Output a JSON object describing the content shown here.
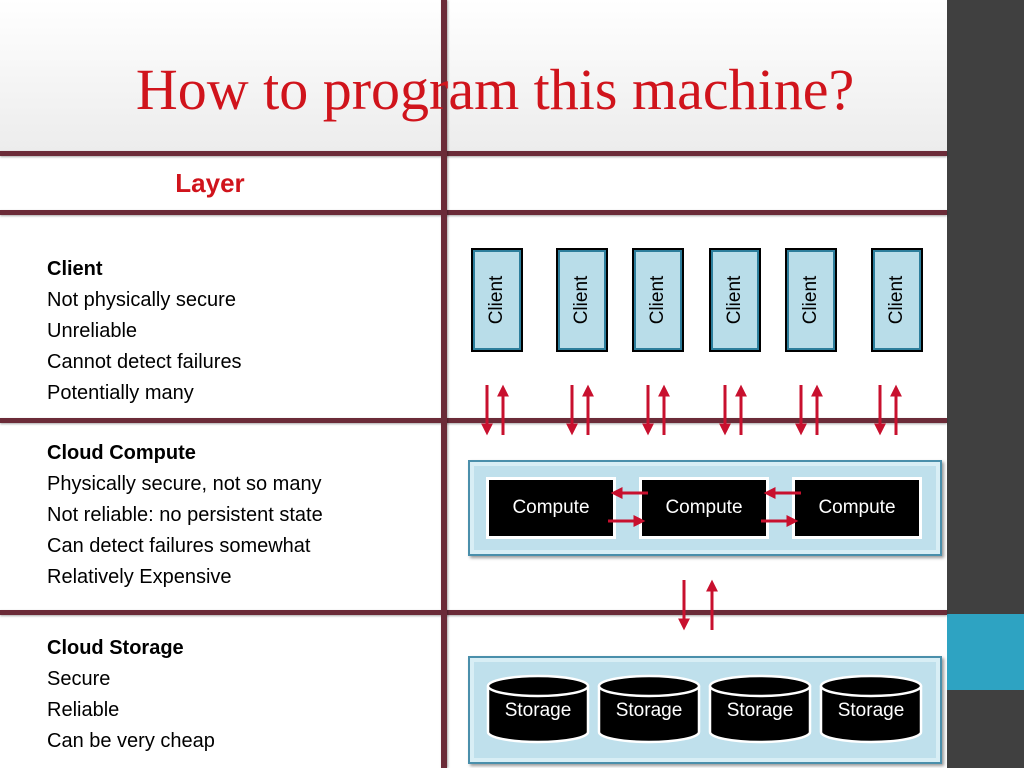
{
  "title": "How to program this machine?",
  "layer_heading": "Layer",
  "layers": [
    {
      "name": "Client",
      "lines": [
        "Not physically secure",
        "Unreliable",
        "Cannot detect failures",
        "Potentially many"
      ]
    },
    {
      "name": "Cloud Compute",
      "lines": [
        "Physically secure, not so many",
        "Not reliable: no persistent state",
        "Can detect failures somewhat",
        "Relatively Expensive"
      ]
    },
    {
      "name": "Cloud Storage",
      "lines": [
        "Secure",
        "Reliable",
        "Can be very cheap"
      ]
    }
  ],
  "diagram": {
    "clients": [
      "Client",
      "Client",
      "Client",
      "Client",
      "Client",
      "Client"
    ],
    "computes": [
      "Compute",
      "Compute",
      "Compute"
    ],
    "storages": [
      "Storage",
      "Storage",
      "Storage",
      "Storage"
    ]
  },
  "colors": {
    "title": "#d0141c",
    "lines": "#6b2b38",
    "arrows": "#c8102e",
    "sidebar": "#404040",
    "accent": "#2ea3c2",
    "node_fill": "#b9dde9"
  }
}
